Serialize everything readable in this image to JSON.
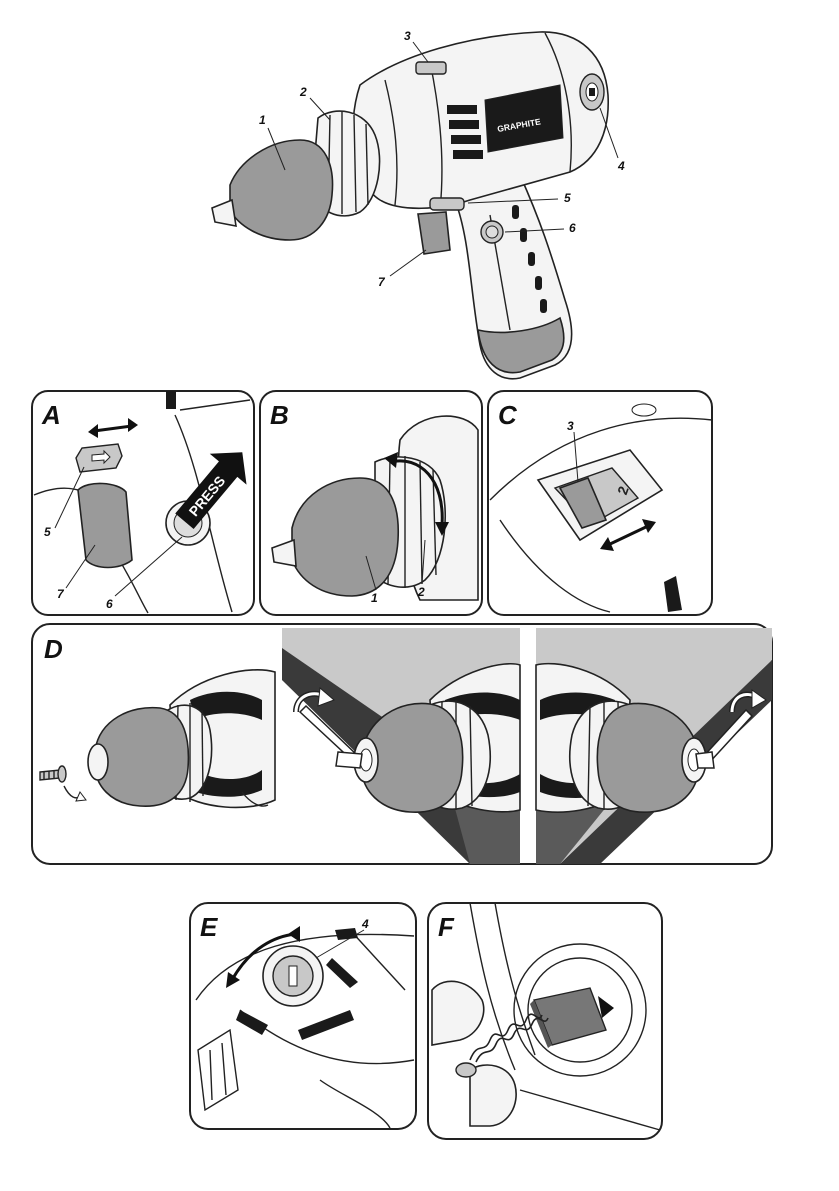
{
  "drill": {
    "brand": "GRAPHITE",
    "callouts": [
      "1",
      "2",
      "3",
      "4",
      "5",
      "6",
      "7"
    ]
  },
  "panels": {
    "a": {
      "letter": "A",
      "press": "PRESS",
      "callouts": [
        "5",
        "7",
        "6"
      ]
    },
    "b": {
      "letter": "B",
      "callouts": [
        "1",
        "2"
      ]
    },
    "c": {
      "letter": "C",
      "callouts": [
        "3"
      ],
      "switch_mark": "2"
    },
    "d": {
      "letter": "D"
    },
    "e": {
      "letter": "E",
      "callouts": [
        "4"
      ]
    },
    "f": {
      "letter": "F"
    }
  },
  "colors": {
    "outline": "#222222",
    "grey_part": "#9a9a9a",
    "light_part": "#c8c8c8",
    "background": "#ffffff"
  },
  "icons": [
    "drill-illustration",
    "double-arrow-icon",
    "rotate-arrow-icon",
    "screw-icon",
    "hex-key-icon",
    "carbon-brush-icon"
  ]
}
